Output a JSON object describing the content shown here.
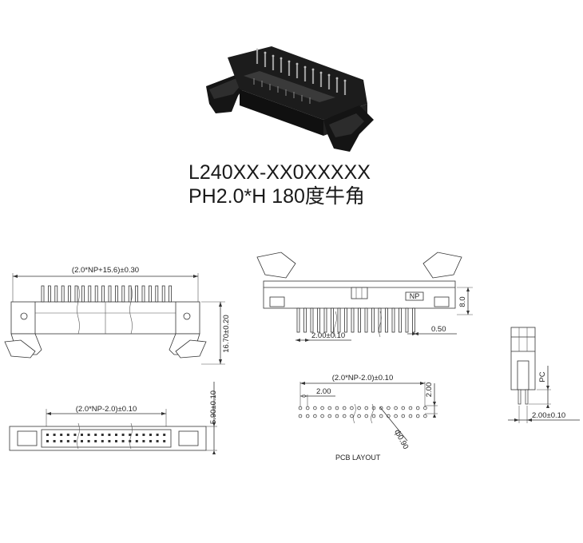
{
  "header": {
    "part_number": "L240XX-XX0XXXXX",
    "subtitle": "PH2.0*H 180度牛角"
  },
  "front_view": {
    "overall_length": "(2.0*NP+15.6)±0.30",
    "height": "16.70±0.20"
  },
  "side_view": {
    "np_label": "NP",
    "height": "8.0",
    "pitch": "2.00±0.10",
    "pin_size": "0.50"
  },
  "bottom_view": {
    "row_span": "(2.0*NP-2.0)±0.10",
    "width": "5.90±0.10"
  },
  "pcb_layout": {
    "row_span": "(2.0*NP-2.0)±0.10",
    "pitch_x": "2.00",
    "pitch_y": "2.00",
    "hole_dia": "ф0.90",
    "caption": "PCB LAYOUT"
  },
  "end_view": {
    "pc_label": "PC",
    "pitch": "2.00±0.10"
  },
  "colors": {
    "line": "#333333",
    "body": "#1a1a1a"
  }
}
